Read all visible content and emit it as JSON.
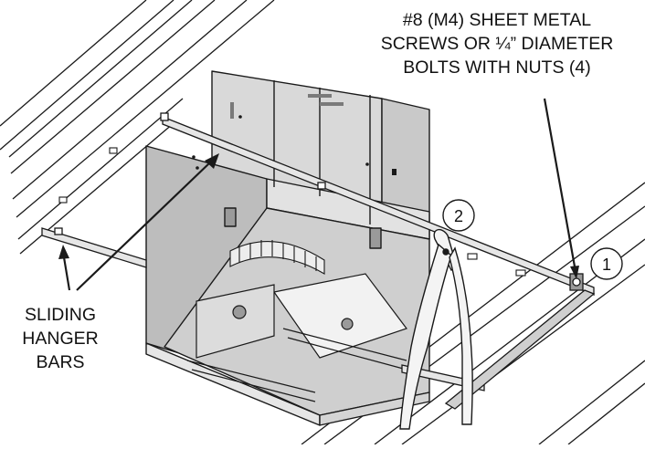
{
  "labels": {
    "fastener_line1": "#8 (M4) SHEET METAL",
    "fastener_line2": "SCREWS OR ¼” DIAMETER",
    "fastener_line3": "BOLTS WITH NUTS (4)",
    "hanger_line1": "SLIDING",
    "hanger_line2": "HANGER",
    "hanger_line3": "BARS"
  },
  "steps": {
    "step_1": "1",
    "step_2": "2"
  },
  "colors": {
    "line": "#1a1a1a",
    "housing_light": "#d9d9d9",
    "housing_mid": "#bdbdbd",
    "housing_dark": "#9a9a9a",
    "bar": "#e6e6e6"
  }
}
